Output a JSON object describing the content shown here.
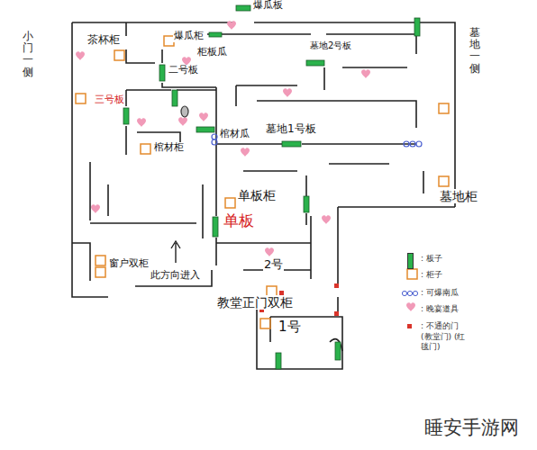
{
  "diagram": {
    "labels": [
      "小门一侧",
      "墓地一侧",
      "茶杯柜",
      "爆瓜柜",
      "爆瓜板",
      "柜板瓜",
      "墓地2号板",
      "二号板",
      "三号板",
      "棺材柜",
      "棺材瓜",
      "墓地1号板",
      "单板柜",
      "单板",
      "墓地柜",
      "窗户双柜",
      "此方向进入",
      "2号",
      "教堂正门双柜",
      "1号",
      "睡安手游网"
    ],
    "legend": [
      {
        "text": ": 板子",
        "color": "#2bb24c"
      },
      {
        "text": ": 柜子"
      },
      {
        "text": ": 可爆南瓜"
      },
      {
        "text": ": 晚宴道具"
      },
      {
        "text": ": 不通的门 (教堂门) (红毯门)",
        "color": "#d9342b"
      }
    ]
  }
}
